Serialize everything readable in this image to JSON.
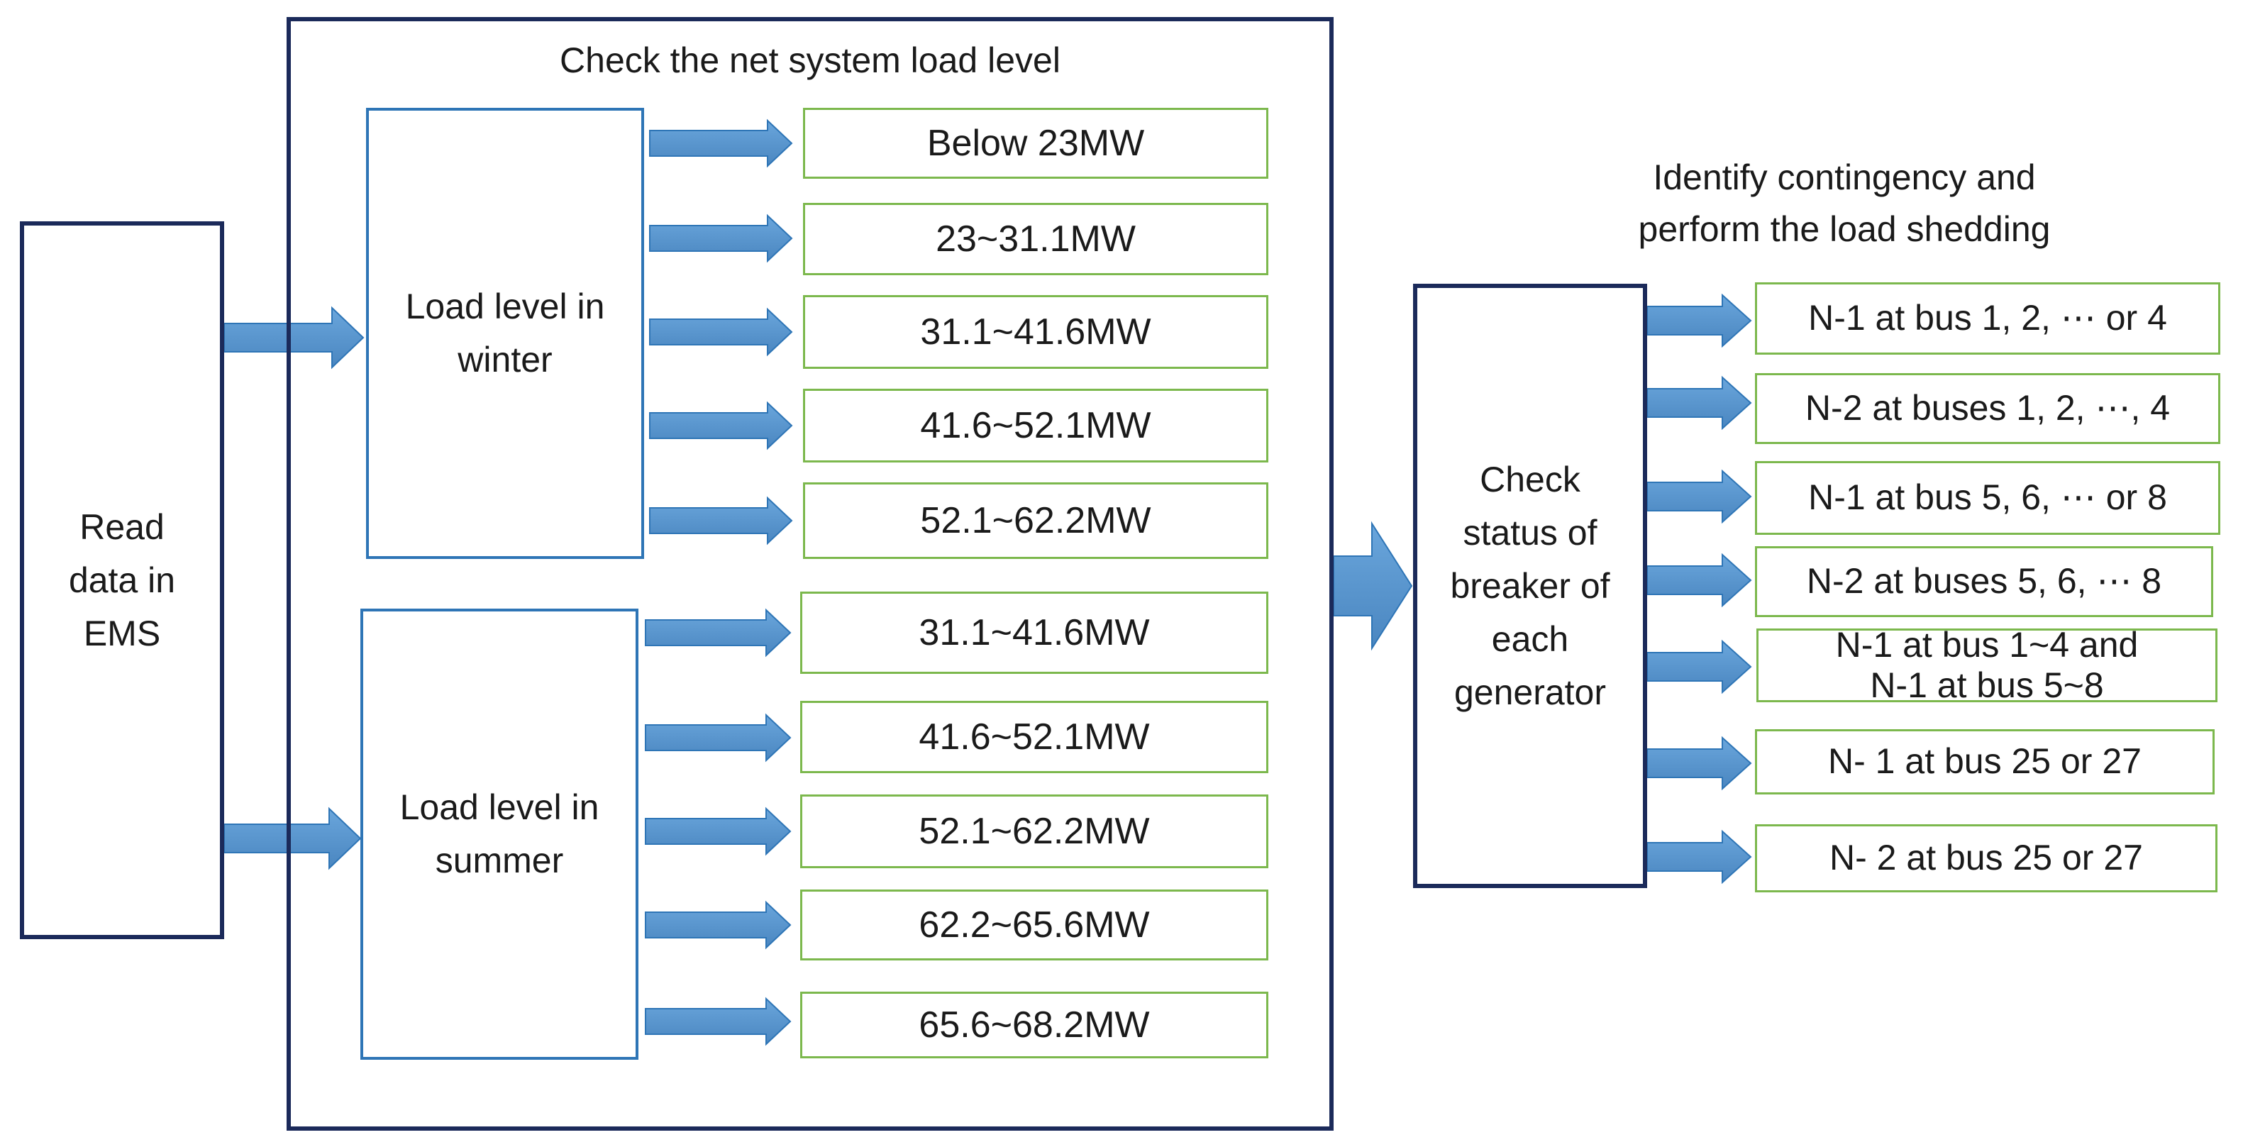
{
  "read_box": {
    "text": "Read\ndata in\nEMS"
  },
  "main_title": "Check the net system load level",
  "winter_box": {
    "text": "Load level in\nwinter"
  },
  "summer_box": {
    "text": "Load level in\nsummer"
  },
  "winter_ranges": [
    "Below 23MW",
    "23~31.1MW",
    "31.1~41.6MW",
    "41.6~52.1MW",
    "52.1~62.2MW"
  ],
  "summer_ranges": [
    "31.1~41.6MW",
    "41.6~52.1MW",
    "52.1~62.2MW",
    "62.2~65.6MW",
    "65.6~68.2MW"
  ],
  "right_title": "Identify contingency and\nperform the load shedding",
  "check_box": {
    "text": "Check\nstatus of\nbreaker of\neach\ngenerator"
  },
  "contingencies": [
    "N-1 at bus 1, 2, ⋯ or 4",
    "N-2 at buses 1, 2, ⋯, 4",
    "N-1 at bus 5, 6, ⋯ or 8",
    "N-2 at buses 5, 6, ⋯  8",
    "N-1 at bus 1~4 and\nN-1 at bus  5~8",
    "N- 1 at bus 25 or 27",
    "N- 2 at  bus 25 or 27"
  ],
  "colors": {
    "arrow": "#5b9bd5",
    "navy": "#1b2a5a",
    "blue": "#2e75b6",
    "green": "#7cb84d"
  }
}
